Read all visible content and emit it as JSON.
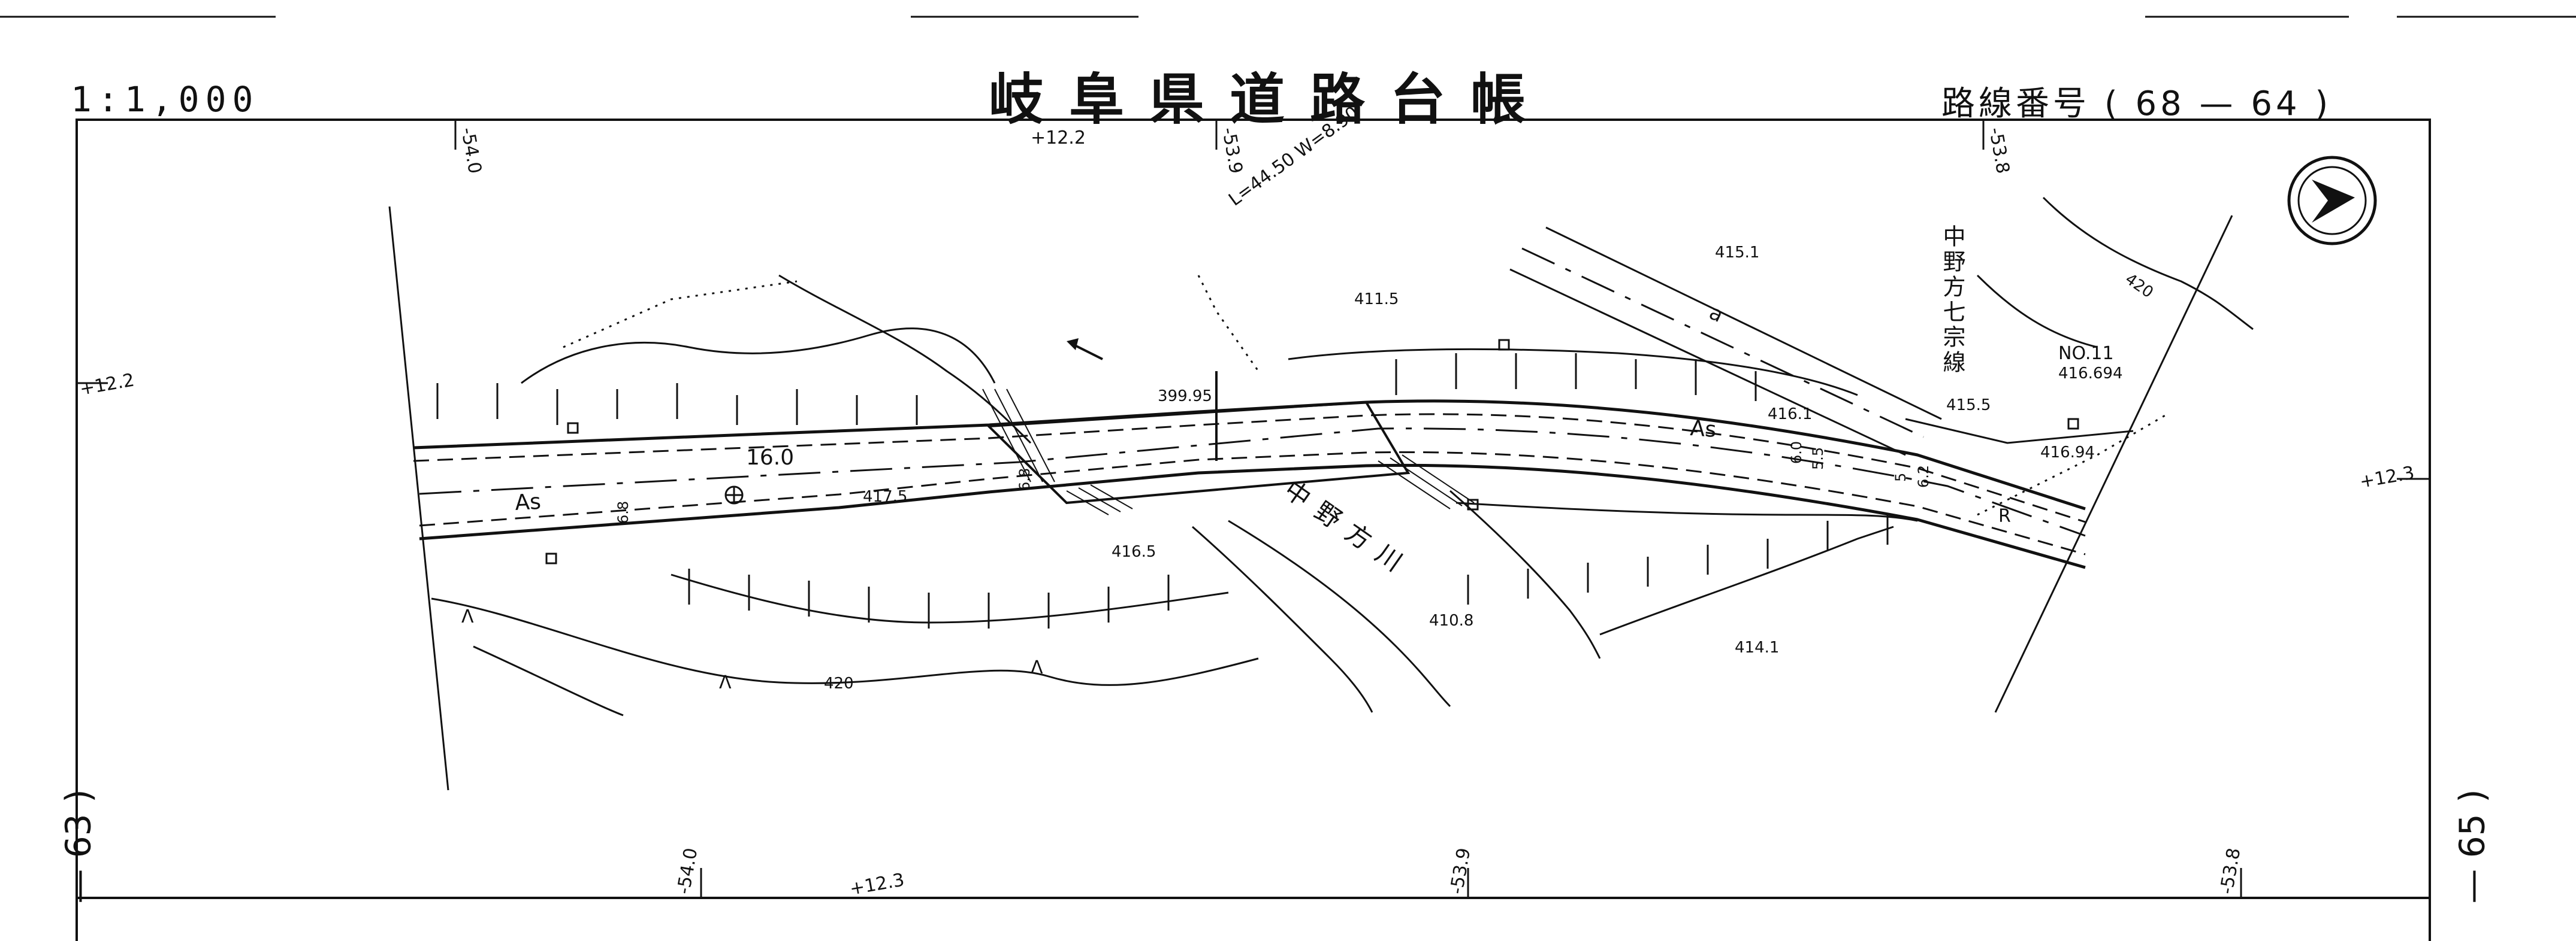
{
  "header": {
    "scale": "1:1,000",
    "title": "岐阜県道路台帳",
    "route_label": "路線番号",
    "route_number": "( 68  —  64 )"
  },
  "adjacent_sheets": {
    "left": "— 63 )",
    "right": "— 65 )"
  },
  "map": {
    "road_surface": "As",
    "river_name": "中野方川",
    "side_road_name": "中野方七宗線",
    "benchmark": "NO.11",
    "bridge_spec": "L=44.50 W=8.90",
    "road_width_label": "16.0",
    "elevations": [
      "411.5",
      "415.1",
      "415.5",
      "416.1",
      "416.94",
      "416.694",
      "399.95",
      "417.5",
      "416.5",
      "410.8",
      "414.1",
      "420",
      "420"
    ],
    "dimension_labels": [
      "6.8",
      "6.8",
      "6.0",
      "5.5",
      "5",
      "6.2"
    ],
    "coordinates_top": [
      "-54.0",
      "+12.2",
      "-53.9",
      "-53.8"
    ],
    "coordinates_bottom": [
      "-54.0",
      "+12.3",
      "-53.9",
      "-53.8"
    ],
    "coordinates_side": [
      "+12.2",
      "+12.3"
    ],
    "land_use_marks": [
      "a",
      "R",
      "Λ",
      "Λ",
      "Λ"
    ]
  },
  "colors": {
    "ink": "#111111",
    "paper": "#ffffff"
  }
}
